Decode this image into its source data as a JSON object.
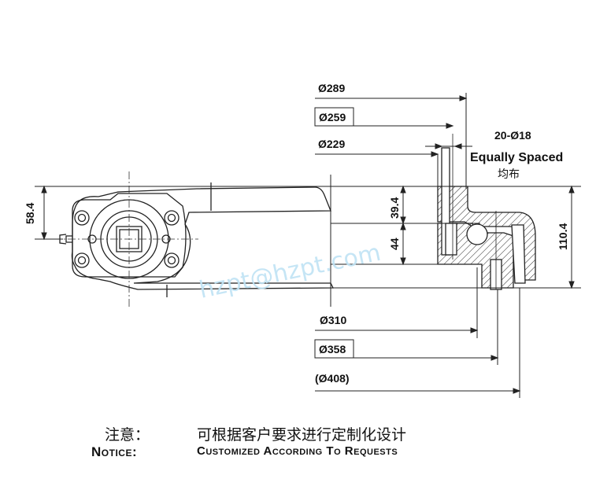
{
  "dimensions": {
    "d289": "Ø289",
    "d259": "Ø259",
    "d229": "Ø229",
    "holes": "20-Ø18",
    "equally_spaced": "Equally Spaced",
    "equally_spaced_cn": "均布",
    "h58_4": "58.4",
    "h39_4": "39.4",
    "h44": "44",
    "h110_4": "110.4",
    "d310": "Ø310",
    "d358": "Ø358",
    "d408": "(Ø408)"
  },
  "watermark": "hzpt@hzpt.com",
  "notice": {
    "cn_label": "注意：",
    "cn_text": "可根据客户要求进行定制化设计",
    "en_label": "Notice:",
    "en_text": "Customized According To Requests"
  }
}
